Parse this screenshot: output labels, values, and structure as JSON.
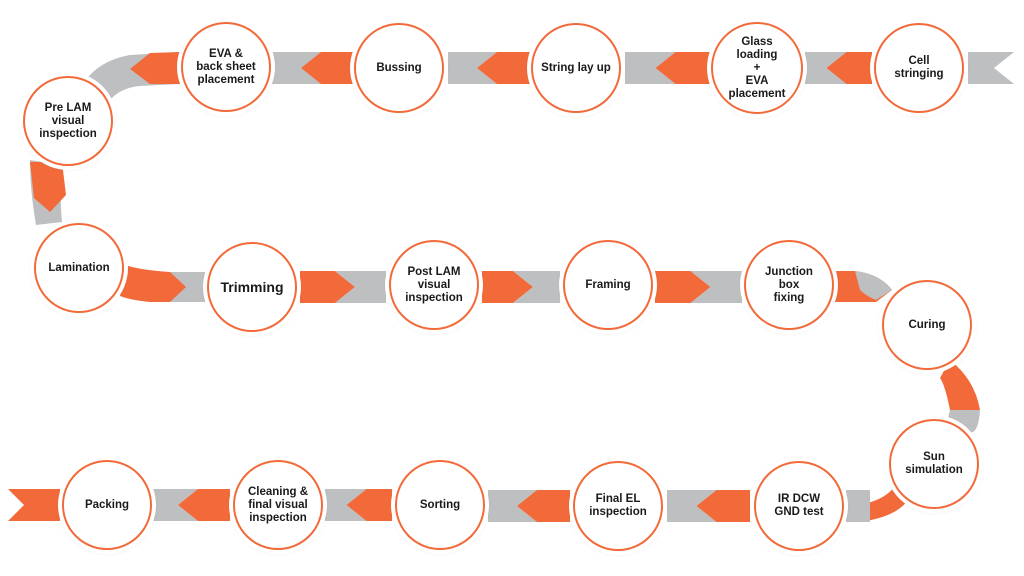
{
  "title": "Solar module manufacturing process flow",
  "colors": {
    "accent": "#f26a39",
    "track": "#bdbfc1",
    "circle_border": "#f26a39",
    "text": "#1a1a1a"
  },
  "steps": [
    {
      "label": "Cell\nstringing"
    },
    {
      "label": "Glass\nloading\n+\nEVA\nplacement"
    },
    {
      "label": "String lay up"
    },
    {
      "label": "Bussing"
    },
    {
      "label": "EVA &\nback sheet\nplacement"
    },
    {
      "label": "Pre LAM\nvisual\ninspection"
    },
    {
      "label": "Lamination"
    },
    {
      "label": "Trimming"
    },
    {
      "label": "Post LAM\nvisual\ninspection"
    },
    {
      "label": "Framing"
    },
    {
      "label": "Junction\nbox\nfixing"
    },
    {
      "label": "Curing"
    },
    {
      "label": "Sun\nsimulation"
    },
    {
      "label": "IR DCW\nGND test"
    },
    {
      "label": "Final EL\ninspection"
    },
    {
      "label": "Sorting"
    },
    {
      "label": "Cleaning &\nfinal visual\ninspection"
    },
    {
      "label": "Packing"
    }
  ]
}
